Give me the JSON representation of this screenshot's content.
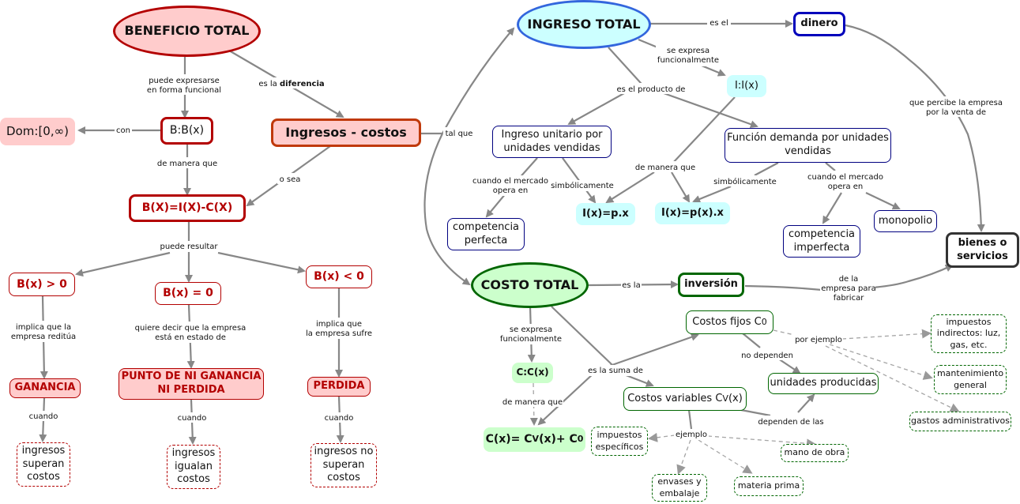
{
  "title": "Mapa conceptual: Beneficio, Ingreso y Costo Total",
  "colors": {
    "red": "#b30000",
    "pink": "#ffcccc",
    "blue": "#3366dd",
    "cyan": "#ccffff",
    "green": "#006600",
    "lightgreen": "#ccffcc",
    "edge": "#878787"
  },
  "nodes": {
    "beneficio_total": "BENEFICIO TOTAL",
    "bx_func": "B:B(x)",
    "dom": "Dom:[0,∞)",
    "ingresos_costos": "Ingresos  - costos",
    "bx_formula": "B(X)=I(X)-C(X)",
    "bx_pos": "B(x) > 0",
    "bx_zero": "B(x) = 0",
    "bx_neg": "B(x) < 0",
    "ganancia": "GANANCIA",
    "punto_ni": "PUNTO DE NI GANANCIA NI PERDIDA",
    "perdida": "PERDIDA",
    "ing_superan": "ingresos superan costos",
    "ing_igualan": "ingresos igualan costos",
    "ing_no_superan": "ingresos no superan costos",
    "ingreso_total": "INGRESO TOTAL",
    "dinero": "dinero",
    "ix_func": "I:I(x)",
    "ingreso_unitario": "Ingreso unitario por unidades vendidas",
    "funcion_demanda": "Función demanda por unidades vendidas",
    "ix_px": "I(x)=p.x",
    "ix_pxx": "I(x)=p(x).x",
    "comp_perfecta": "competencia perfecta",
    "comp_imperfecta": "competencia imperfecta",
    "monopolio": "monopolio",
    "bienes": "bienes o servicios",
    "costo_total": "COSTO TOTAL",
    "inversion": "inversión",
    "cx_func": "C:C(x)",
    "cx_formula_main": "C(x)= C",
    "cx_formula_sub_v": "V",
    "cx_formula_mid": "(x)+ C",
    "cx_formula_sub_0": "0",
    "costos_fijos": "Costos fijos  C",
    "costos_fijos_sub": "0",
    "costos_variables": "Costos variables  C",
    "costos_variables_sub": "V",
    "costos_variables_tail": "(x)",
    "unidades_producidas": "unidades producidas",
    "imp_indirectos": "impuestos indirectos: luz, gas, etc.",
    "mantenimiento": "mantenimiento general",
    "gastos_admin": "gastos administrativos",
    "imp_especificos": "impuestos específicos",
    "mano_obra": "mano de obra",
    "envases": "envases y embalaje",
    "materia_prima": "materia prima"
  },
  "links": {
    "puede_expresarse": [
      "puede expresarse",
      "en forma funcional"
    ],
    "es_la": "es la ",
    "diferencia": "diferencia",
    "con": "con",
    "de_manera_que_1": "de manera que",
    "o_sea": "o sea",
    "tal_que": "tal que",
    "puede_resultar": "puede resultar",
    "implica_reditua": [
      "implica que la",
      "empresa reditúa"
    ],
    "quiere_decir": [
      "quiere decir que la empresa",
      "está en estado de"
    ],
    "implica_sufre": [
      "implica que",
      "la empresa sufre"
    ],
    "cuando": "cuando",
    "es_el": "es el",
    "se_expresa_func": [
      "se expresa",
      "funcionalmente"
    ],
    "es_el_producto": "es el producto de",
    "que_percibe": [
      "que percibe la empresa",
      "por la venta de"
    ],
    "cuando_mercado": [
      "cuando el mercado",
      "opera en"
    ],
    "simbolicamente": "simbólicamente",
    "de_manera_que_2": "de manera que",
    "es_la_inv": "es la",
    "de_la_empresa": [
      "de la",
      "empresa para",
      "fabricar"
    ],
    "se_expresa_c": [
      "se expresa",
      "funcionalmente"
    ],
    "es_la_suma": "es la suma de",
    "de_manera_que_3": "de manera que",
    "no_dependen": "no dependen",
    "dependen_de": "dependen de las",
    "por_ejemplo": "por ejemplo",
    "ejemplo": "ejemplo"
  }
}
